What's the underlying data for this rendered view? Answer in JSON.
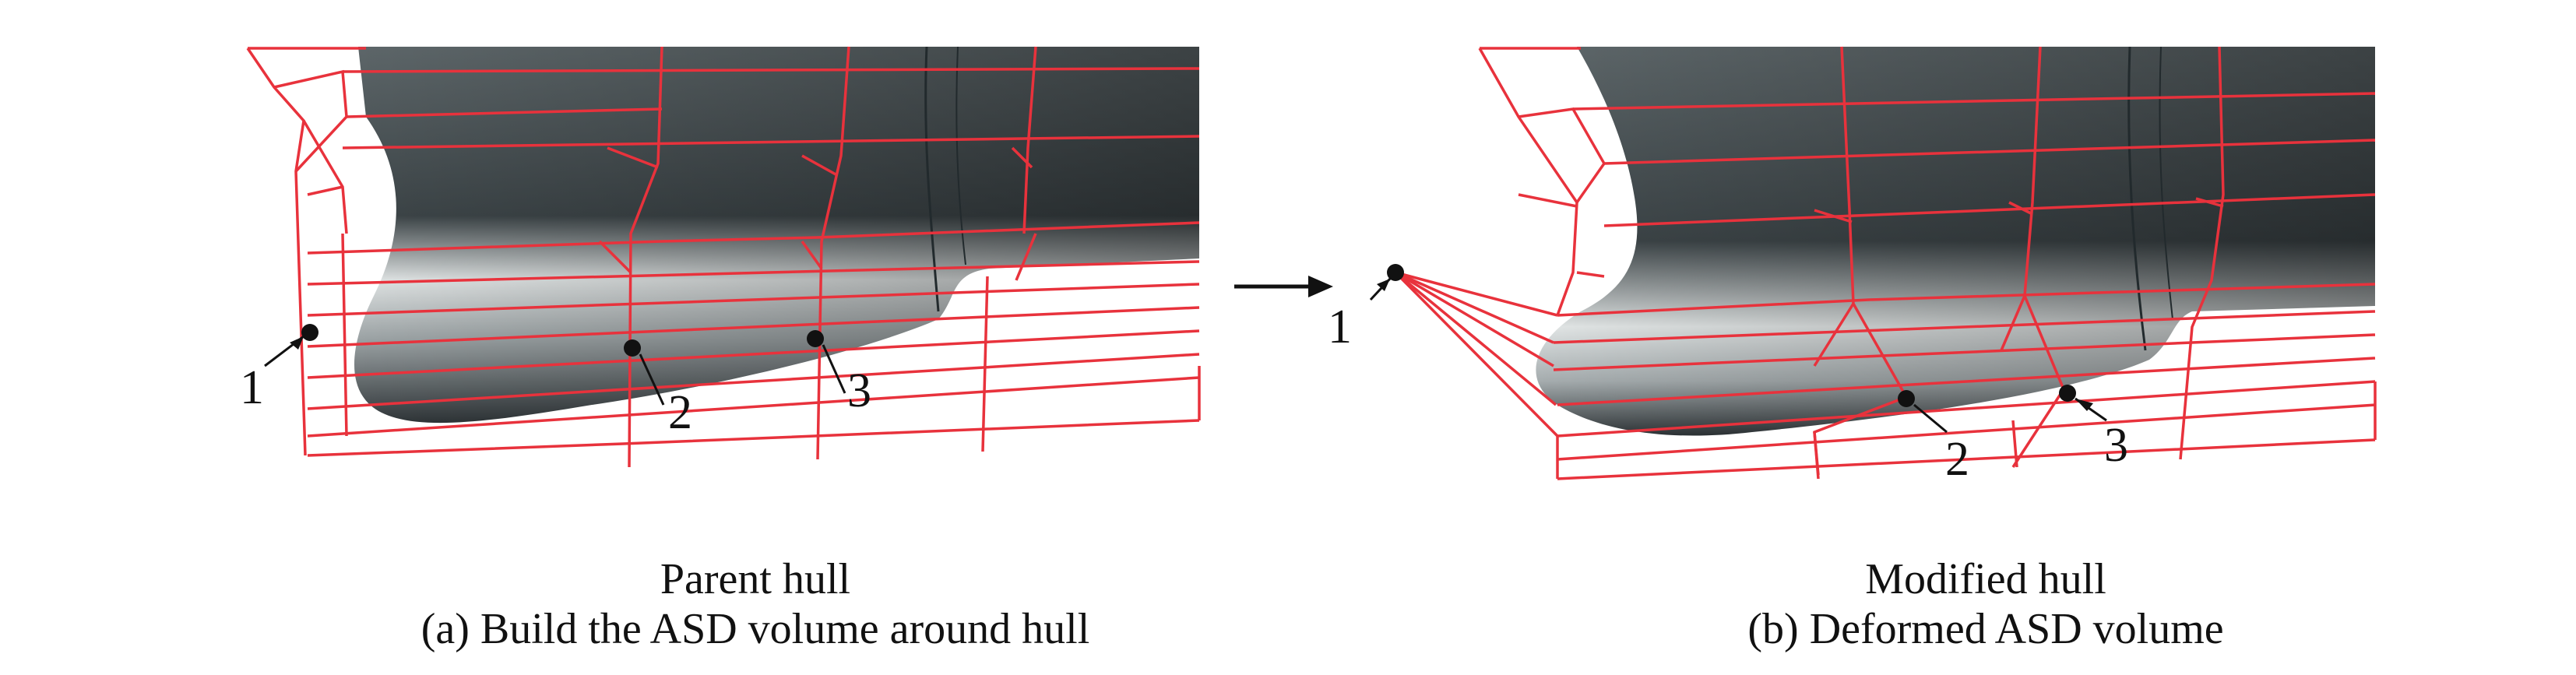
{
  "panel_a": {
    "title": "Parent hull",
    "subtitle": "(a) Build the ASD volume around hull",
    "points": [
      "1",
      "2",
      "3"
    ]
  },
  "panel_b": {
    "title": "Modified hull",
    "subtitle": "(b) Deformed ASD volume",
    "points": [
      "1",
      "2",
      "3"
    ]
  },
  "colors": {
    "lattice": "#e8323c",
    "hull_dark": "#2f3538",
    "hull_light": "#d9dddd",
    "point": "#111111"
  }
}
